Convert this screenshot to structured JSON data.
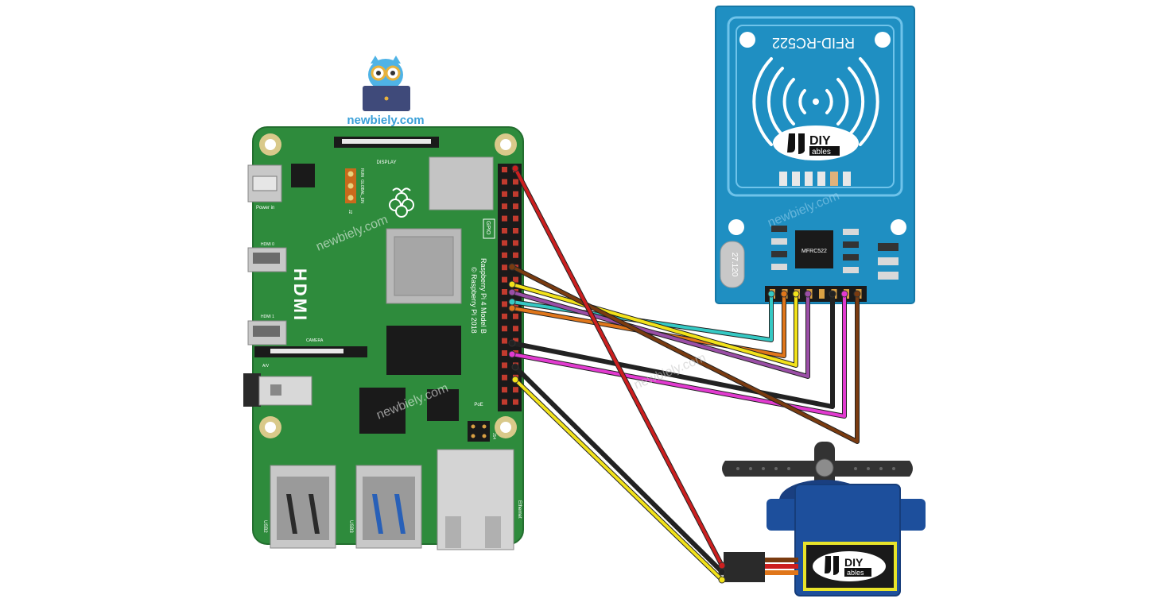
{
  "brand": {
    "site": "newbiely.com",
    "watermark": "newbiely.com",
    "logo_icon": "owl-laptop-icon"
  },
  "pi": {
    "model_line1": "Raspberry Pi 4 Model B",
    "model_line2": "© Raspberry Pi 2018",
    "labels": {
      "display": "DISPLAY",
      "power": "Power in",
      "hdmi0": "HDMI 0",
      "hdmi1": "HDMI 1",
      "hdmi": "HDMI",
      "camera": "CAMERA",
      "av": "A/V",
      "gpio": "GPIO",
      "run": "RUN",
      "global_en": "GLOBAL_EN",
      "j2": "J2",
      "poe": "PoE",
      "j14": "J14",
      "usb2": "USB2",
      "usb3": "USB3",
      "ethernet": "Ethernet"
    },
    "board_color": "#2e8b3c",
    "logo_icon": "raspberry-logo-icon"
  },
  "rfid": {
    "title": "RFID-RC522",
    "chip": "MFRC522",
    "crystal": "27.120",
    "brand_top": "DIY",
    "brand_bottom": "ables",
    "board_color": "#1f8fc2",
    "antenna_icon": "wireless-signal-icon"
  },
  "servo": {
    "brand_top": "DIY",
    "brand_bottom": "ables",
    "body_color": "#1d4f9c"
  },
  "wires": {
    "red": "#cc1f1f",
    "brown": "#7a3b10",
    "yellow": "#f2e21a",
    "orange": "#e0761a",
    "cyan": "#35c9c4",
    "purple": "#9a4ea6",
    "black": "#222222",
    "magenta": "#e23ad0"
  }
}
